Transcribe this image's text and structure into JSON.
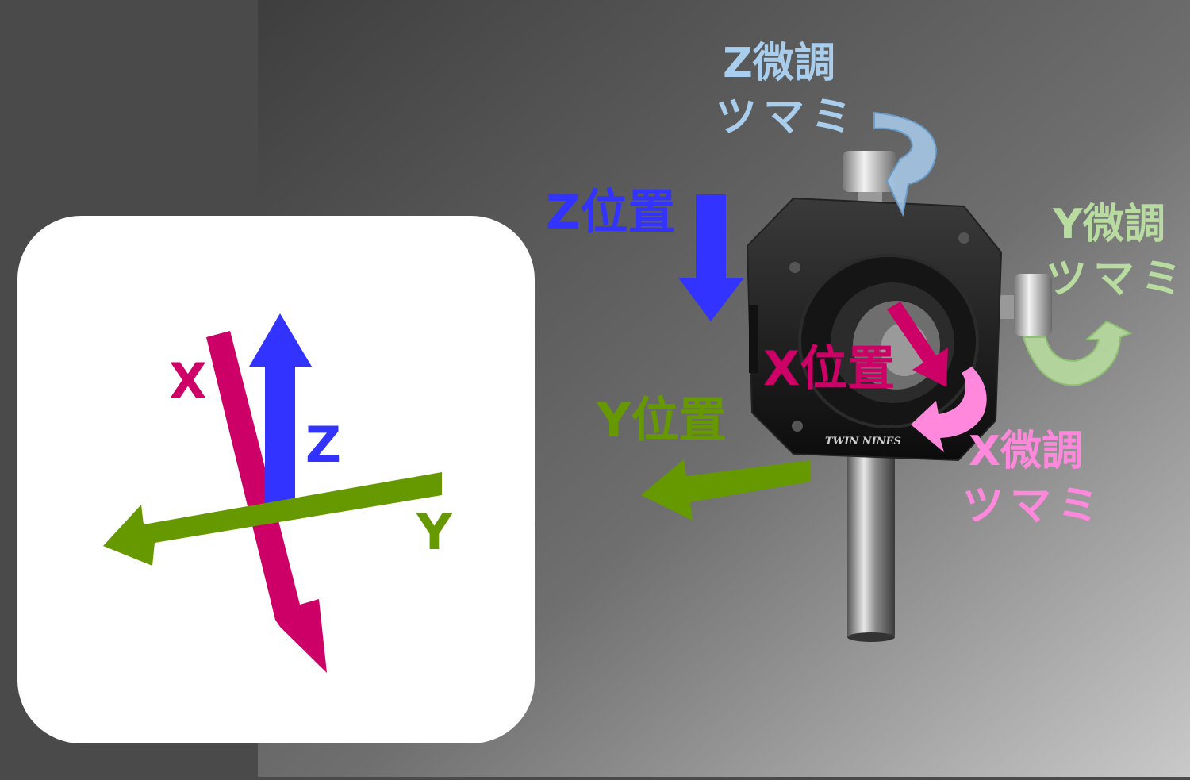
{
  "colors": {
    "x": "#cc0066",
    "y": "#669900",
    "z": "#3333ff",
    "z_knob": "#a9cdec",
    "y_knob": "#b8dba0",
    "x_knob": "#ff88dd",
    "panel": "#ffffff"
  },
  "axis_inset": {
    "x_label": "X",
    "y_label": "Y",
    "z_label": "Z"
  },
  "photo_labels": {
    "z_position": "Z位置",
    "y_position": "Y位置",
    "x_position": "X位置",
    "z_knob_line1": "Z微調",
    "z_knob_line2": "ツマミ",
    "y_knob_line1": "Y微調",
    "y_knob_line2": "ツマミ",
    "x_knob_line1": "X微調",
    "x_knob_line2": "ツマミ",
    "brand": "TWIN NINES"
  },
  "icons": [
    "z-arrow-icon",
    "y-arrow-icon",
    "x-arrow-icon",
    "rotate-arrow-icon"
  ]
}
